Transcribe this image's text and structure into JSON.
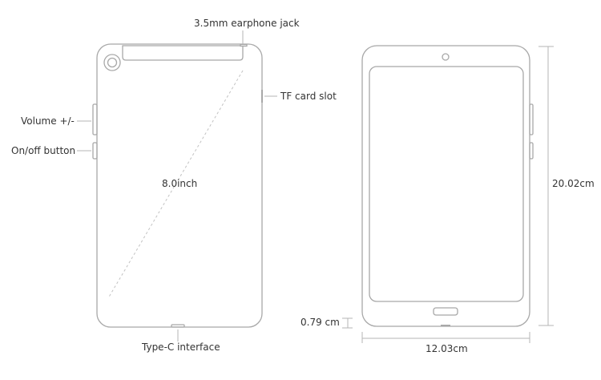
{
  "labels": {
    "earphone_jack": "3.5mm earphone jack",
    "tf_card_slot": "TF card slot",
    "volume": "Volume +/-",
    "power": "On/off button",
    "screen_size": "8.0inch",
    "type_c": "Type-C interface",
    "height": "20.02cm",
    "width": "12.03cm",
    "thickness": "0.79 cm"
  },
  "colors": {
    "outline": "#a8a8a8",
    "dim_line": "#b5b5b5",
    "text": "#333333"
  }
}
